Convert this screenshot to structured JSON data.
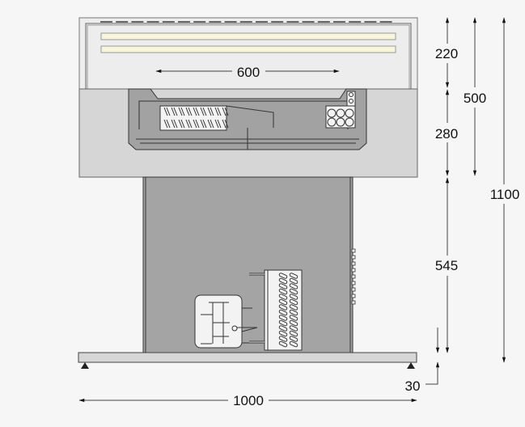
{
  "drawing": {
    "title": "Refrigerated counter front elevation",
    "colors": {
      "background": "#f5f6f5",
      "canopy": "#ededed",
      "counter": "#d6d6d6",
      "well": "#a2a2a2",
      "cabinet": "#a4a4a4",
      "light_tube": "#f8f6d9",
      "line": "#333333"
    },
    "dimensions": {
      "inner_width": "600",
      "canopy_height": "220",
      "counter_height": "280",
      "upper_total": "500",
      "total_height": "1100",
      "cabinet_height": "545",
      "plinth_height": "30",
      "total_width": "1000"
    }
  }
}
